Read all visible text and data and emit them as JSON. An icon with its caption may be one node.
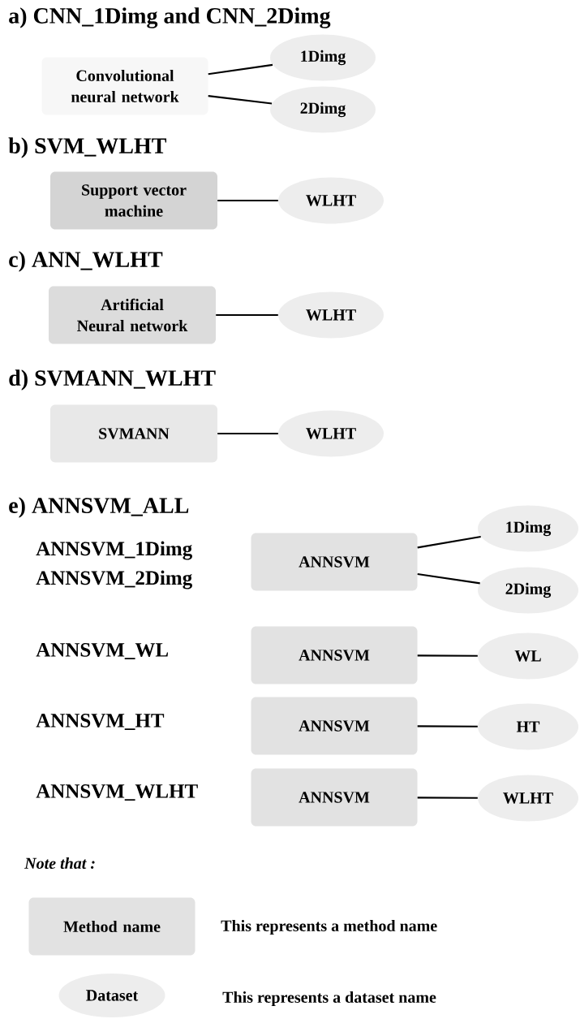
{
  "diagram": {
    "nodes": [
      {
        "text": [
          "Convolutional neural network"
        ]
      },
      {
        "text": [
          "1Dimg"
        ]
      },
      {
        "text": [
          "2Dimg"
        ]
      },
      {
        "text": [
          "Support vector machine"
        ]
      },
      {
        "text": [
          "WLHT"
        ]
      },
      {
        "text": [
          "Artificial Neural network"
        ]
      },
      {
        "text": [
          "WLHT"
        ]
      },
      {
        "text": [
          "SVMANN"
        ]
      },
      {
        "text": [
          "WLHT"
        ]
      },
      {
        "text": [
          "ANNSVM"
        ]
      },
      {
        "text": [
          "1Dimg"
        ]
      },
      {
        "text": [
          "2Dimg"
        ]
      },
      {
        "text": [
          "ANNSVM"
        ]
      },
      {
        "text": [
          "WL"
        ]
      },
      {
        "text": [
          "ANNSVM"
        ]
      },
      {
        "text": [
          "HT"
        ]
      },
      {
        "text": [
          "ANNSVM"
        ]
      },
      {
        "text": [
          "WLHT"
        ]
      },
      {
        "text": [
          "Method name"
        ],
        "beside": [
          "This represents a method name"
        ]
      },
      {
        "text": [
          "Dataset"
        ],
        "beside": [
          "This represents a dataset name"
        ]
      }
    ],
    "edges": [
      {
        "from": 0,
        "to": 1,
        "arrow": "none"
      },
      {
        "from": 0,
        "to": 2,
        "arrow": "none"
      },
      {
        "from": 3,
        "to": 4,
        "arrow": "none"
      },
      {
        "from": 5,
        "to": 6,
        "arrow": "none"
      },
      {
        "from": 7,
        "to": 8,
        "arrow": "none"
      },
      {
        "from": 9,
        "to": 10,
        "arrow": "none"
      },
      {
        "from": 9,
        "to": 11,
        "arrow": "none"
      },
      {
        "from": 12,
        "to": 13,
        "arrow": "none"
      },
      {
        "from": 14,
        "to": 15,
        "arrow": "none"
      },
      {
        "from": 16,
        "to": 17,
        "arrow": "none"
      }
    ],
    "labels": [
      "a) CNN_1Dimg and CNN_2Dimg",
      "b) SVM_WLHT",
      "c) ANN_WLHT",
      "d) SVMANN_WLHT",
      "e) ANNSVM_ALL",
      "ANNSVM_1Dimg",
      "ANNSVM_2Dimg",
      "ANNSVM_WL",
      "ANNSVM_HT",
      "ANNSVM_WLHT",
      "Note that :"
    ]
  }
}
